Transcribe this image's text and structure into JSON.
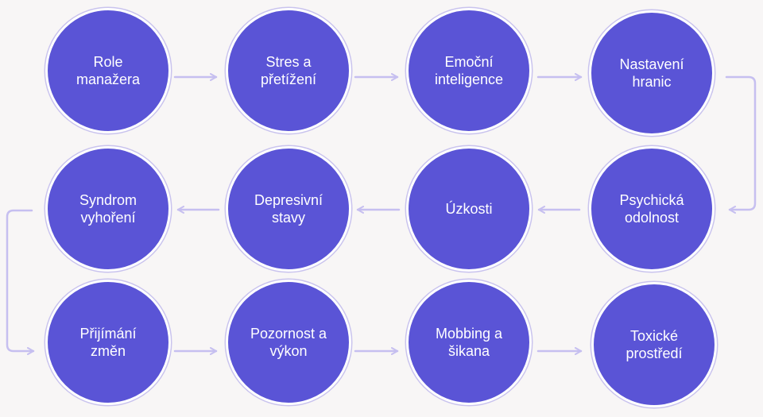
{
  "diagram": {
    "colors": {
      "background": "#f8f6f6",
      "node_fill": "#5a54d6",
      "node_ring": "#c9c3ee",
      "label_text": "#ffffff",
      "arrow": "#c6bff0"
    },
    "nodes": [
      {
        "id": "role-manazera",
        "label": "Role\nmanažera"
      },
      {
        "id": "stres-a-pretizeni",
        "label": "Stres a\npřetížení"
      },
      {
        "id": "emocni-inteligence",
        "label": "Emoční\ninteligence"
      },
      {
        "id": "nastaveni-hranic",
        "label": "Nastavení\nhranic"
      },
      {
        "id": "psychicka-odolnost",
        "label": "Psychická\nodolnost"
      },
      {
        "id": "uzkosti",
        "label": "Úzkosti"
      },
      {
        "id": "depresivni-stavy",
        "label": "Depresivní\nstavy"
      },
      {
        "id": "syndrom-vyhoreni",
        "label": "Syndrom\nvyhoření"
      },
      {
        "id": "prijimani-zmen",
        "label": "Přijímání\nzměn"
      },
      {
        "id": "pozornost-a-vykon",
        "label": "Pozornost a\nvýkon"
      },
      {
        "id": "mobbing-a-sikana",
        "label": "Mobbing a\nšikana"
      },
      {
        "id": "toxicke-prostredi",
        "label": "Toxické\nprostředí"
      }
    ],
    "flow": [
      [
        "role-manazera",
        "stres-a-pretizeni"
      ],
      [
        "stres-a-pretizeni",
        "emocni-inteligence"
      ],
      [
        "emocni-inteligence",
        "nastaveni-hranic"
      ],
      [
        "nastaveni-hranic",
        "psychicka-odolnost"
      ],
      [
        "psychicka-odolnost",
        "uzkosti"
      ],
      [
        "uzkosti",
        "depresivni-stavy"
      ],
      [
        "depresivni-stavy",
        "syndrom-vyhoreni"
      ],
      [
        "syndrom-vyhoreni",
        "prijimani-zmen"
      ],
      [
        "prijimani-zmen",
        "pozornost-a-vykon"
      ],
      [
        "pozornost-a-vykon",
        "mobbing-a-sikana"
      ],
      [
        "mobbing-a-sikana",
        "toxicke-prostredi"
      ]
    ]
  }
}
